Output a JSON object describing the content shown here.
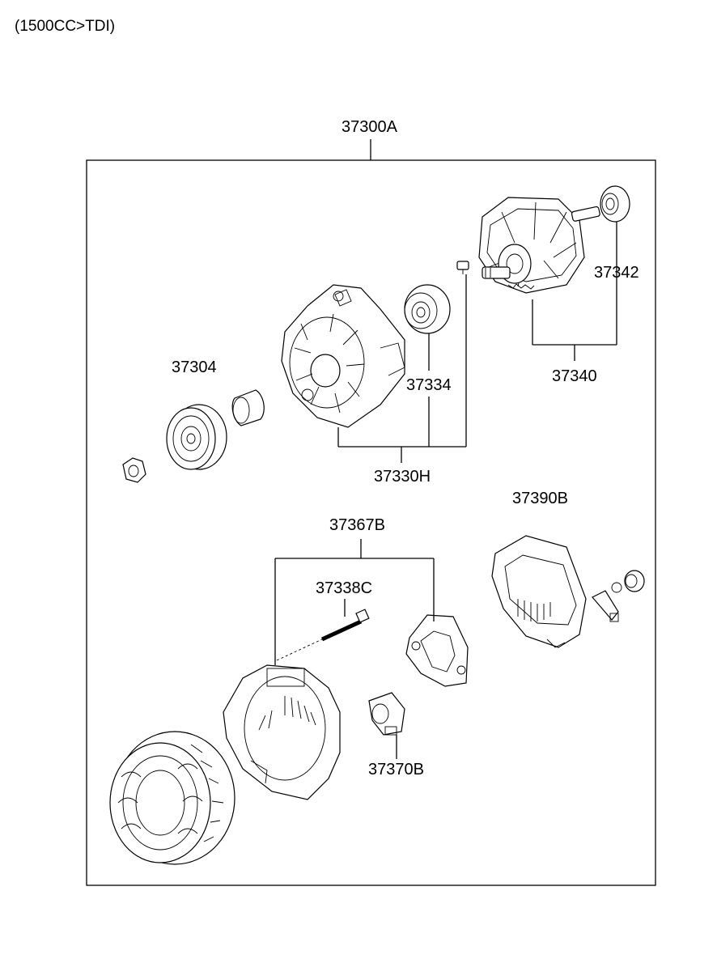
{
  "diagram": {
    "caption": "(1500CC>TDI)",
    "labels": {
      "assembly": "37300A",
      "bearing_rear": "37342",
      "rotor": "37340",
      "pulley": "37304",
      "bearing_front": "37334",
      "front_bracket": "37330H",
      "regulator_cover": "37390B",
      "rear_bracket": "37367B",
      "through_bolt": "37338C",
      "brush_holder": "37370B"
    }
  }
}
